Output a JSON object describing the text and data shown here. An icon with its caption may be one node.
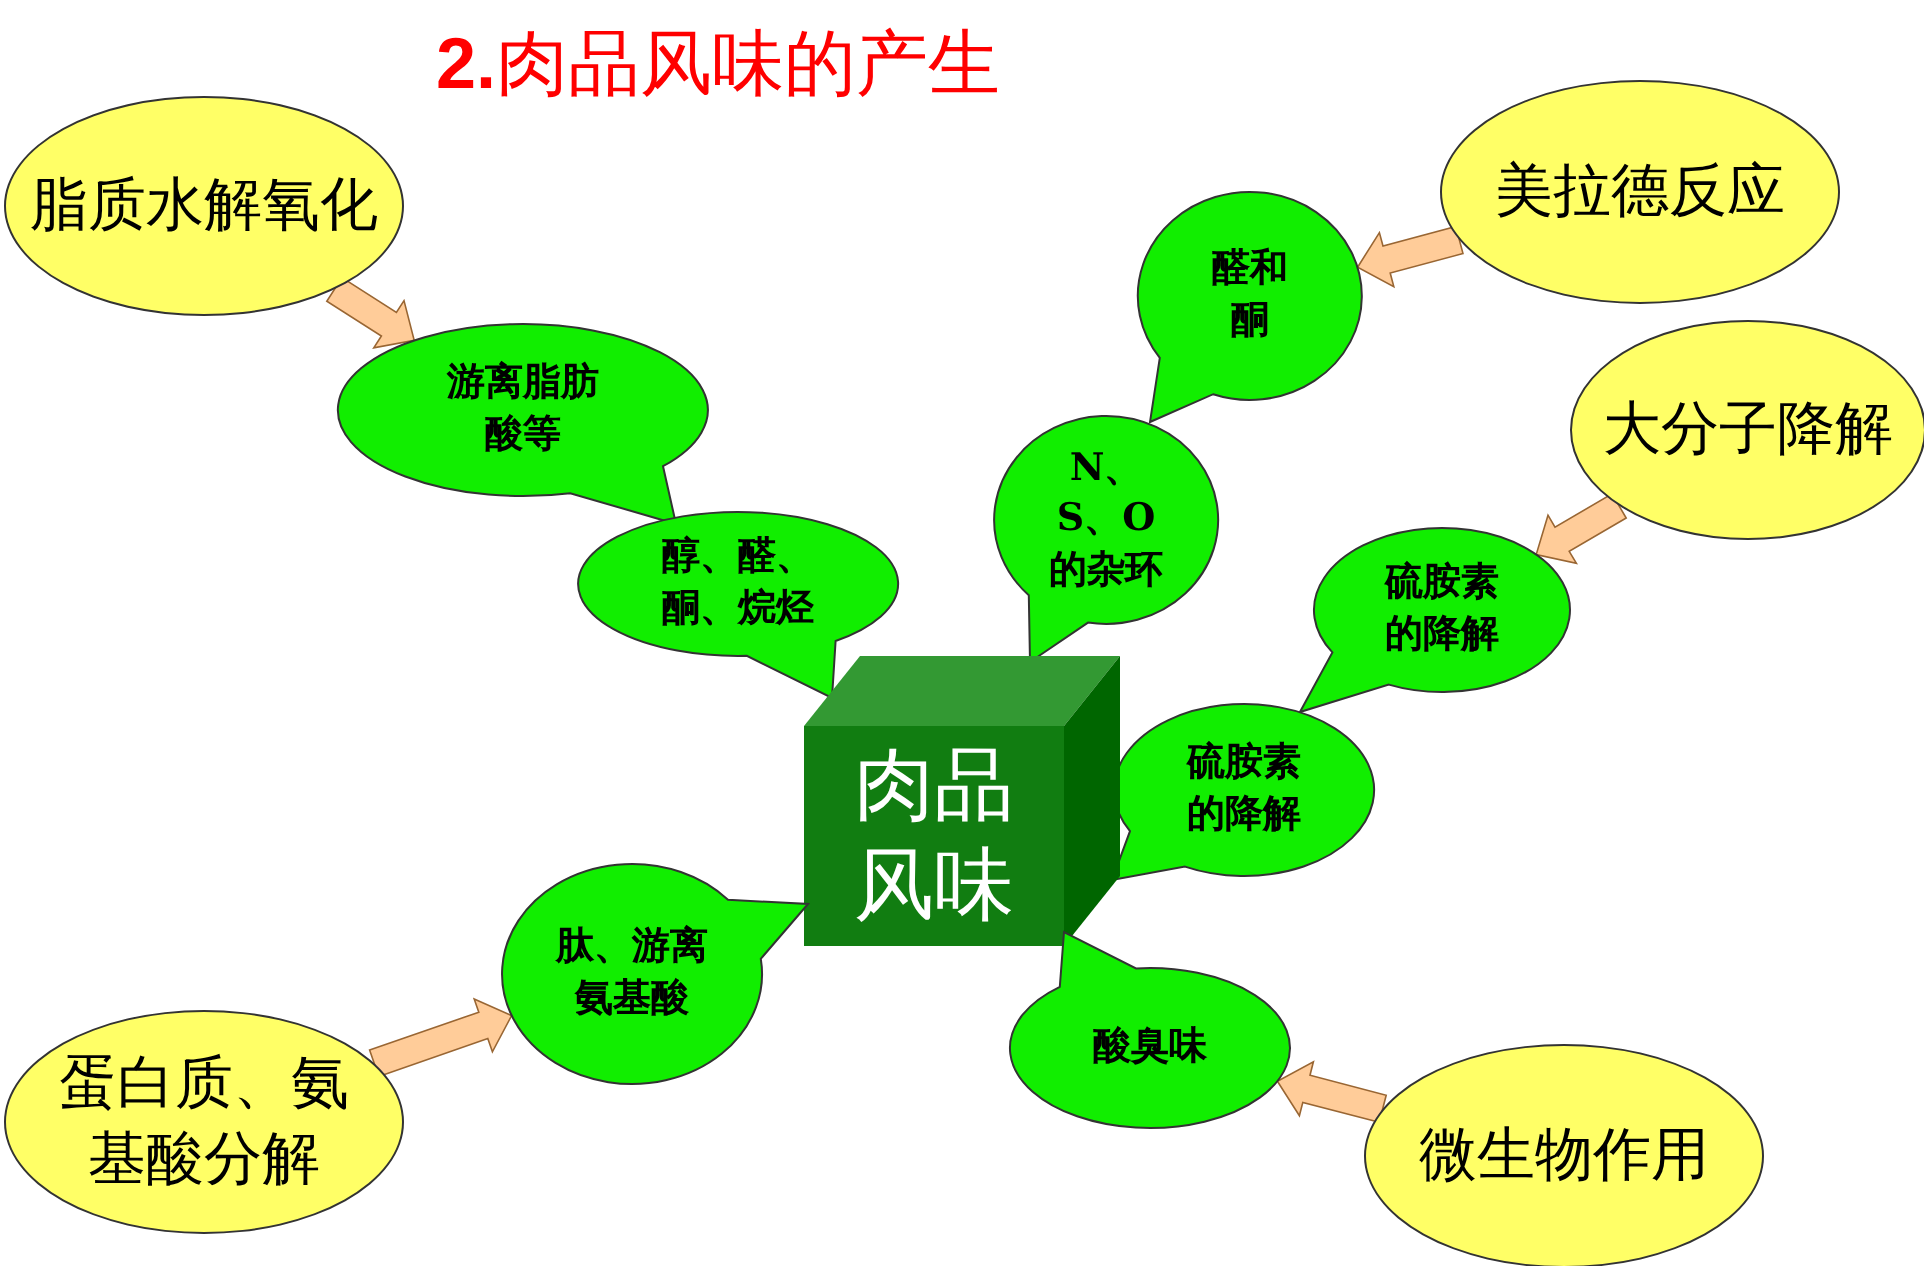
{
  "diagram": {
    "title": "**2.**肉品风味的产生",
    "nodes": [
      {
        "text": [
          "脂质水解氧化"
        ]
      },
      {
        "text": [
          "游离脂肪酸等"
        ]
      },
      {
        "text": [
          "醇、醛、酮、烷烃"
        ]
      },
      {
        "text": [
          "美拉德反应"
        ]
      },
      {
        "text": [
          "醛和酮"
        ]
      },
      {
        "text": [
          "N、S、O的杂环"
        ]
      },
      {
        "text": [
          "大分子降解"
        ]
      },
      {
        "text": [
          "硫胺素的降解"
        ]
      },
      {
        "text": [
          "硫胺素的降解"
        ]
      },
      {
        "text": [
          "肉品风味"
        ]
      },
      {
        "text": [
          "肽、游离氨基酸"
        ]
      },
      {
        "text": [
          "蛋白质、氨基酸分解"
        ]
      },
      {
        "text": [
          "酸臭味"
        ]
      },
      {
        "text": [
          "微生物作用"
        ]
      }
    ],
    "edges": [
      {
        "from": 0,
        "to": 1,
        "arrow": "to"
      },
      {
        "from": 3,
        "to": 4,
        "arrow": "to"
      },
      {
        "from": 6,
        "to": 7,
        "arrow": "to"
      },
      {
        "from": 11,
        "to": 10,
        "arrow": "to"
      },
      {
        "from": 13,
        "to": 12,
        "arrow": "to"
      }
    ]
  }
}
